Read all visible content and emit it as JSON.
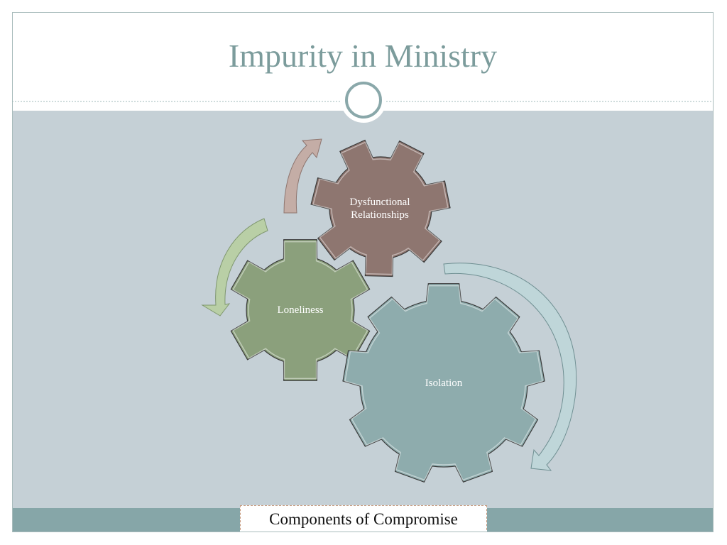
{
  "slide": {
    "title": "Impurity in Ministry",
    "footer": "Components of Compromise"
  },
  "diagram": {
    "gears": [
      {
        "label_lines": [
          "Dysfunctional",
          "Relationships"
        ],
        "color": "#8e7670"
      },
      {
        "label_lines": [
          "Loneliness"
        ],
        "color": "#8ba07c"
      },
      {
        "label_lines": [
          "Isolation"
        ],
        "color": "#8eacad"
      }
    ],
    "arrow_colors": {
      "brown": "#c4ada6",
      "green": "#b9cfa6",
      "teal": "#bfd6d9"
    }
  },
  "colors": {
    "title": "#7c9c9c",
    "content_bg": "#c5d0d6",
    "footer_band": "#86a6a8"
  }
}
